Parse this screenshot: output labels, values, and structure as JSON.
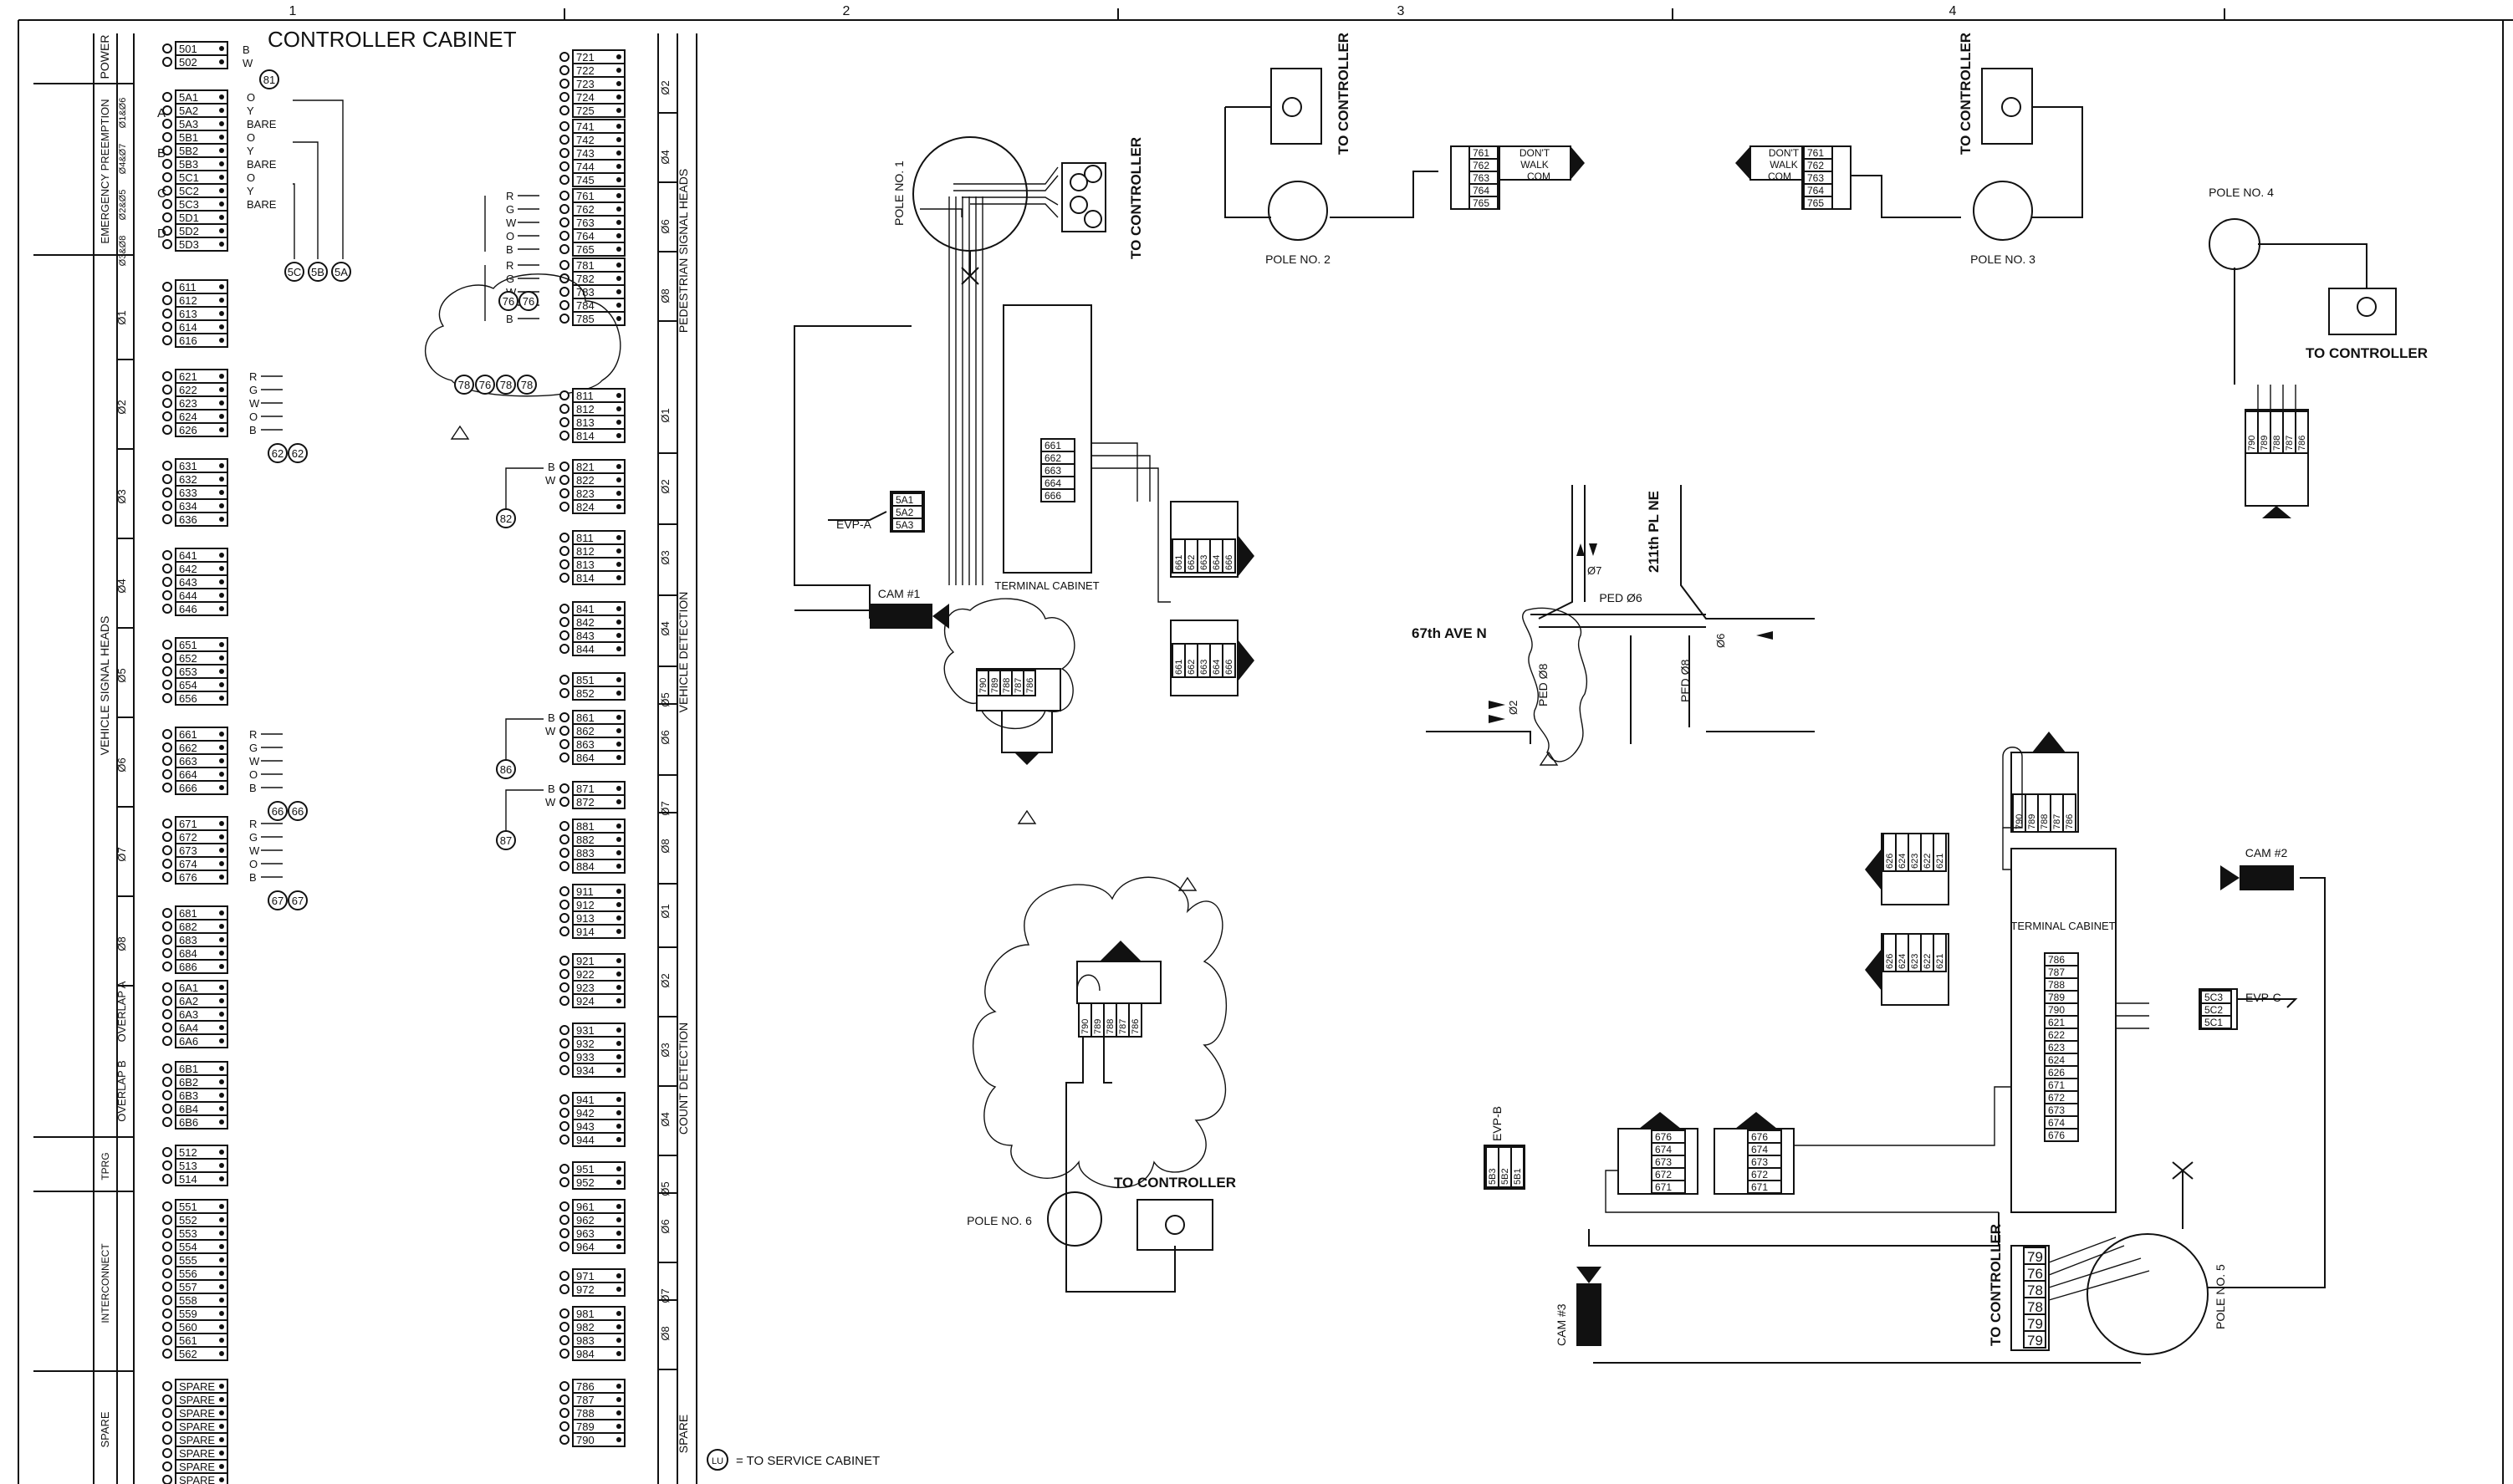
{
  "sheet": {
    "column_numbers": [
      "1",
      "2",
      "3",
      "4"
    ]
  },
  "cabinet": {
    "title": "CONTROLLER CABINET",
    "left_groups": [
      {
        "label": "POWER",
        "terminals": [
          "501",
          "502"
        ]
      },
      {
        "label": "EMERGENCY PREEMPTION",
        "sub": [
          "Ø1&Ø6",
          "Ø4&Ø7",
          "Ø2&Ø5",
          "Ø3&Ø8"
        ],
        "letters": [
          "A",
          "B",
          "C",
          "D"
        ],
        "terminals": [
          "5A1",
          "5A2",
          "5A3",
          "5B1",
          "5B2",
          "5B3",
          "5C1",
          "5C2",
          "5C3",
          "5D1",
          "5D2",
          "5D3"
        ],
        "wires": [
          "O",
          "Y",
          "BARE",
          "O",
          "Y",
          "BARE",
          "O",
          "Y",
          "BARE"
        ],
        "callouts": [
          "81",
          "5C",
          "5B",
          "5A"
        ]
      },
      {
        "label": "VEHICLE SIGNAL HEADS",
        "phases": [
          {
            "phase": "Ø1",
            "terminals": [
              "611",
              "612",
              "613",
              "614",
              "616"
            ]
          },
          {
            "phase": "Ø2",
            "terminals": [
              "621",
              "622",
              "623",
              "624",
              "626"
            ]
          },
          {
            "phase": "Ø3",
            "terminals": [
              "631",
              "632",
              "633",
              "634",
              "636"
            ]
          },
          {
            "phase": "Ø4",
            "terminals": [
              "641",
              "642",
              "643",
              "644",
              "646"
            ]
          },
          {
            "phase": "Ø5",
            "terminals": [
              "651",
              "652",
              "653",
              "654",
              "656"
            ]
          },
          {
            "phase": "Ø6",
            "terminals": [
              "661",
              "662",
              "663",
              "664",
              "666"
            ]
          },
          {
            "phase": "Ø7",
            "terminals": [
              "671",
              "672",
              "673",
              "674",
              "676"
            ]
          },
          {
            "phase": "Ø8",
            "terminals": [
              "681",
              "682",
              "683",
              "684",
              "686"
            ]
          }
        ]
      },
      {
        "label": "OVERLAP A",
        "terminals": [
          "6A1",
          "6A2",
          "6A3",
          "6A4",
          "6A6"
        ]
      },
      {
        "label": "OVERLAP B",
        "terminals": [
          "6B1",
          "6B2",
          "6B3",
          "6B4",
          "6B6"
        ]
      },
      {
        "label": "TPRG",
        "terminals": [
          "512",
          "513",
          "514"
        ]
      },
      {
        "label": "INTERCONNECT",
        "terminals": [
          "551",
          "552",
          "553",
          "554",
          "555",
          "556",
          "557",
          "558",
          "559",
          "560",
          "561",
          "562"
        ]
      },
      {
        "label": "SPARE",
        "terminals": [
          "SPARE",
          "SPARE",
          "SPARE",
          "SPARE",
          "SPARE",
          "SPARE",
          "SPARE",
          "SPARE"
        ]
      }
    ],
    "signal_wires": [
      "R",
      "G",
      "W",
      "O",
      "B"
    ],
    "phase_callouts": [
      "62",
      "62",
      "66",
      "66",
      "67",
      "67"
    ],
    "right_groups": [
      {
        "label": "PEDESTRIAN SIGNAL HEADS",
        "phases": [
          {
            "phase": "Ø2",
            "terminals": [
              "721",
              "722",
              "723",
              "724",
              "725"
            ]
          },
          {
            "phase": "Ø4",
            "terminals": [
              "741",
              "742",
              "743",
              "744",
              "745"
            ]
          },
          {
            "phase": "Ø6",
            "terminals": [
              "761",
              "762",
              "763",
              "764",
              "765"
            ]
          },
          {
            "phase": "Ø8",
            "terminals": [
              "781",
              "782",
              "783",
              "784",
              "785"
            ]
          }
        ],
        "callouts": [
          "76",
          "76",
          "78",
          "76",
          "78",
          "78"
        ]
      },
      {
        "label": "VEHICLE DETECTION",
        "phases": [
          {
            "phase": "Ø1",
            "terminals": [
              "811",
              "812",
              "813",
              "814"
            ]
          },
          {
            "phase": "Ø2",
            "terminals": [
              "821",
              "822",
              "823",
              "824"
            ]
          },
          {
            "phase": "Ø3",
            "terminals": [
              "811",
              "812",
              "813",
              "814"
            ]
          },
          {
            "phase": "Ø4",
            "terminals": [
              "841",
              "842",
              "843",
              "844"
            ]
          },
          {
            "phase": "Ø5",
            "terminals": [
              "851",
              "852"
            ]
          },
          {
            "phase": "Ø6",
            "terminals": [
              "861",
              "862",
              "863",
              "864"
            ]
          },
          {
            "phase": "Ø7",
            "terminals": [
              "871",
              "872"
            ]
          },
          {
            "phase": "Ø8",
            "terminals": [
              "881",
              "882",
              "883",
              "884"
            ]
          }
        ],
        "callouts": [
          "82",
          "86",
          "87"
        ]
      },
      {
        "label": "COUNT DETECTION",
        "phases": [
          {
            "phase": "Ø1",
            "terminals": [
              "911",
              "912",
              "913",
              "914"
            ]
          },
          {
            "phase": "Ø2",
            "terminals": [
              "921",
              "922",
              "923",
              "924"
            ]
          },
          {
            "phase": "Ø3",
            "terminals": [
              "931",
              "932",
              "933",
              "934"
            ]
          },
          {
            "phase": "Ø4",
            "terminals": [
              "941",
              "942",
              "943",
              "944"
            ]
          },
          {
            "phase": "Ø5",
            "terminals": [
              "951",
              "952"
            ]
          },
          {
            "phase": "Ø6",
            "terminals": [
              "961",
              "962",
              "963",
              "964"
            ]
          },
          {
            "phase": "Ø7",
            "terminals": [
              "971",
              "972"
            ]
          },
          {
            "phase": "Ø8",
            "terminals": [
              "981",
              "982",
              "983",
              "984"
            ]
          }
        ]
      },
      {
        "label": "SPARE",
        "terminals": [
          "786",
          "787",
          "788",
          "789",
          "790"
        ]
      }
    ],
    "ped_wires": [
      "R",
      "G",
      "W",
      "O",
      "B"
    ],
    "detector_wires": [
      "B",
      "W"
    ],
    "note_symbol": "LU",
    "note_text": "= TO SERVICE CABINET"
  },
  "field": {
    "to_controller": "TO CONTROLLER",
    "pole1": "POLE NO. 1",
    "pole2": "POLE NO. 2",
    "pole3": "POLE NO. 3",
    "pole4": "POLE NO. 4",
    "pole5": "POLE NO. 5",
    "pole6": "POLE NO. 6",
    "terminal_cabinet": "TERMINAL CABINET",
    "cam1": "CAM #1",
    "cam2": "CAM #2",
    "cam3": "CAM #3",
    "evp_a": "EVP-A",
    "evp_b": "EVP-B",
    "evp_c": "EVP-C",
    "ped_signal": [
      "DON'T",
      "WALK",
      "COM"
    ],
    "street_ns": "211th PL NE",
    "street_ew": "67th AVE N",
    "ped6": "PED Ø6",
    "ped8": "PED Ø8",
    "phase_marks": [
      "Ø7",
      "Ø2",
      "Ø6"
    ],
    "tc1_terminals": [
      "661",
      "662",
      "663",
      "664",
      "666"
    ],
    "tc2_terminals": [
      "786",
      "787",
      "788",
      "789",
      "790",
      "621",
      "622",
      "623",
      "624",
      "626",
      "671",
      "672",
      "673",
      "674",
      "676"
    ],
    "pole2_terms": [
      "761",
      "762",
      "763",
      "764",
      "765"
    ],
    "evp_terms_a": [
      "5A1",
      "5A2",
      "5A3"
    ],
    "evp_terms_c": [
      "5C3",
      "5C2",
      "5C1"
    ],
    "ped_terms": [
      "790",
      "789",
      "788",
      "787",
      "786"
    ],
    "sig_terms_6": [
      "661",
      "662",
      "663",
      "664",
      "666"
    ],
    "sig_terms_2": [
      "626",
      "624",
      "623",
      "622",
      "621"
    ],
    "sig_terms_7": [
      "676",
      "674",
      "673",
      "672",
      "671"
    ],
    "evp_terms_b": [
      "5B3",
      "5B2",
      "5B1"
    ],
    "callouts": [
      "79",
      "76",
      "78",
      "78",
      "79",
      "79"
    ]
  }
}
